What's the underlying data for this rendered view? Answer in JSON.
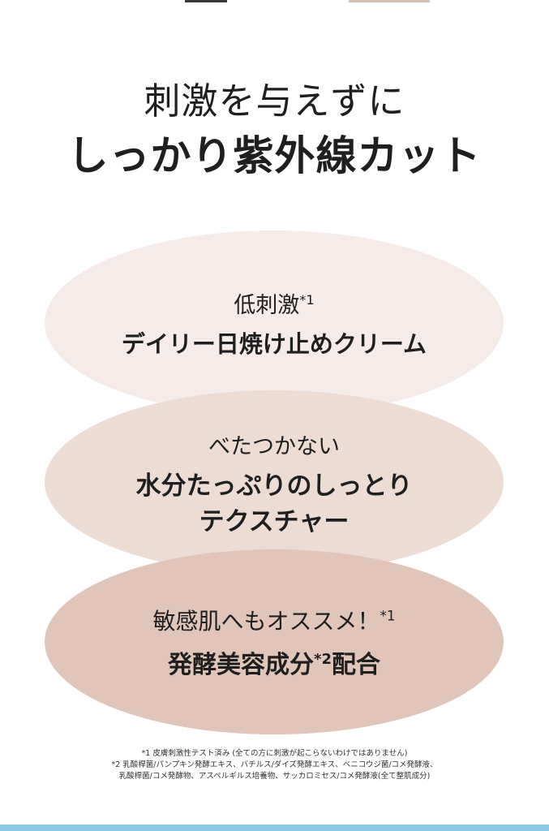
{
  "colors": {
    "background": "#ffffff",
    "ellipse_1": "#f5ebe8",
    "ellipse_2": "#ecdcd4",
    "ellipse_3": "#e1c5b8",
    "bottom_bar": "#8ecae6",
    "top_strip_dark": "#3a3a3a",
    "top_strip_warm": "#d8bfb3"
  },
  "heading": {
    "line1": "刺激を与えずに",
    "line2": "しっかり紫外線カット"
  },
  "features": [
    {
      "sub": "低刺激",
      "sub_note": "*1",
      "main_lines": [
        "デイリー日焼け止めクリーム"
      ]
    },
    {
      "sub": "べたつかない",
      "main_lines": [
        "水分たっぷりのしっとり",
        "テクスチャー"
      ]
    },
    {
      "sub": "敏感肌へもオススメ！",
      "sub_note": "*1",
      "main_a": "発酵美容成分",
      "main_note": "*2",
      "main_b": "配合"
    }
  ],
  "plus_symbol": "+",
  "footnotes": [
    "*1 皮膚刺激性テスト済み (全ての方に刺激が起こらないわけではありません)",
    "*2 乳酸桿菌/パンプキン発酵エキス、バチルス/ダイズ発酵エキス、ベニコウジ菌/コメ発酵液、",
    "乳酸桿菌/コメ発酵物、アスペルギルス培養物、サッカロミセス/コメ発酵液(全て整肌成分)"
  ]
}
